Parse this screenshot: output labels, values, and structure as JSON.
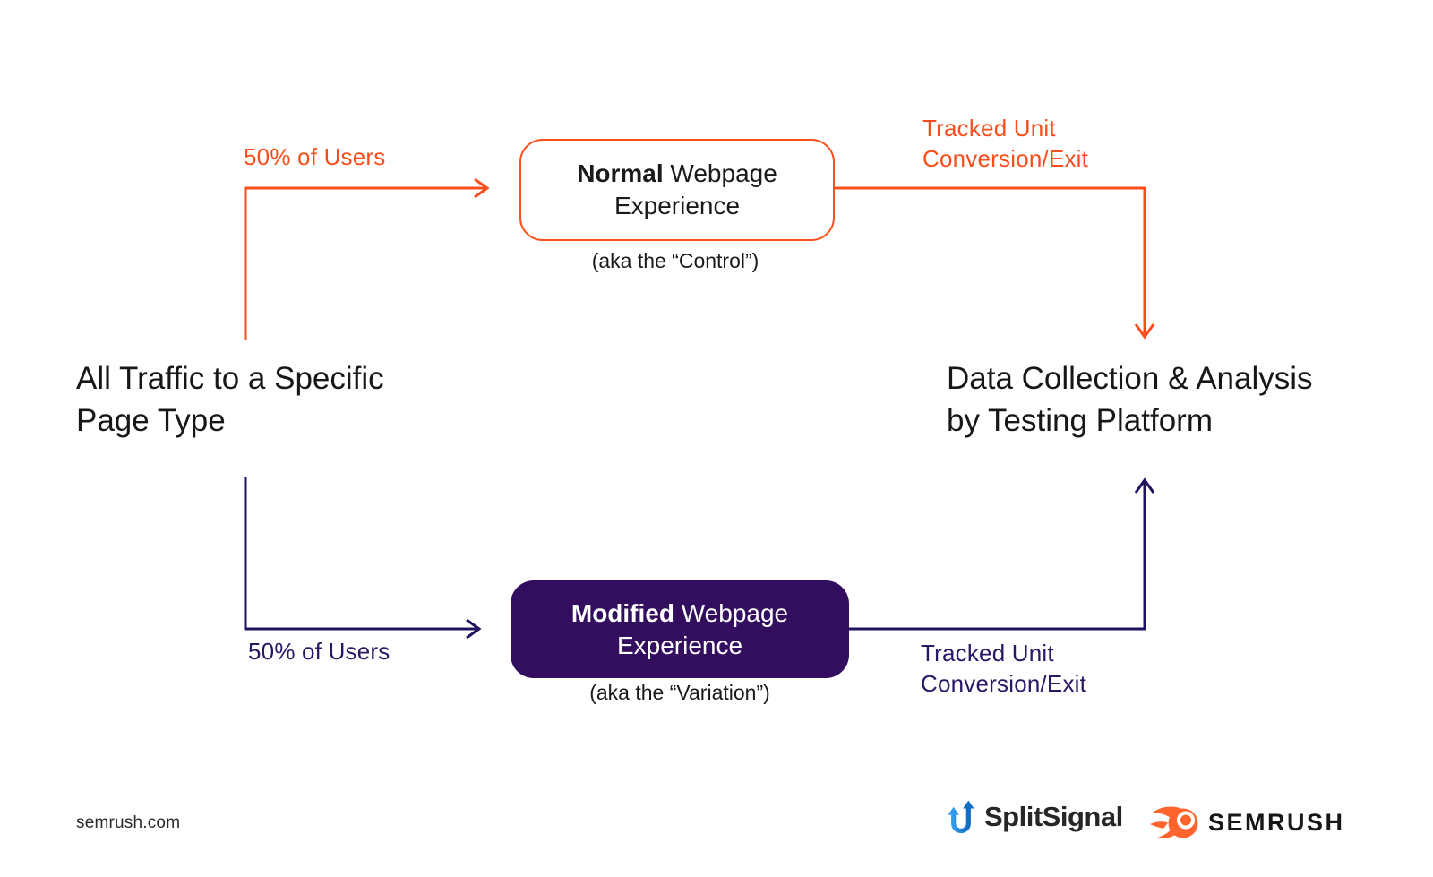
{
  "colors": {
    "orange": "#FA4E1C",
    "navy_line": "#221060",
    "navy_text": "#2A1766",
    "purple_box": "#330E5F",
    "ink": "#1A1A1A",
    "splitsignal_blue_dark": "#1565C0",
    "splitsignal_blue_light": "#2196F3",
    "semrush_orange": "#FF642D"
  },
  "nodes": {
    "source": {
      "line1": "All Traffic to a Specific",
      "line2": "Page Type"
    },
    "control_box": {
      "title_bold": "Normal",
      "title_rest": " Webpage",
      "title_line2": "Experience",
      "caption": "(aka the “Control”)"
    },
    "variation_box": {
      "title_bold": "Modified",
      "title_rest": " Webpage",
      "title_line2": "Experience",
      "caption": "(aka the “Variation”)"
    },
    "result": {
      "line1": "Data Collection & Analysis",
      "line2": "by Testing Platform"
    }
  },
  "edges": {
    "top_split": {
      "label": "50% of Users"
    },
    "bottom_split": {
      "label": "50% of Users"
    },
    "top_tracked": {
      "line1": "Tracked Unit",
      "line2": "Conversion/Exit"
    },
    "bottom_tracked": {
      "line1": "Tracked Unit",
      "line2": "Conversion/Exit"
    }
  },
  "footer": {
    "site": "semrush.com",
    "splitsignal_label": "SplitSignal",
    "semrush_label": "SEMRUSH"
  }
}
